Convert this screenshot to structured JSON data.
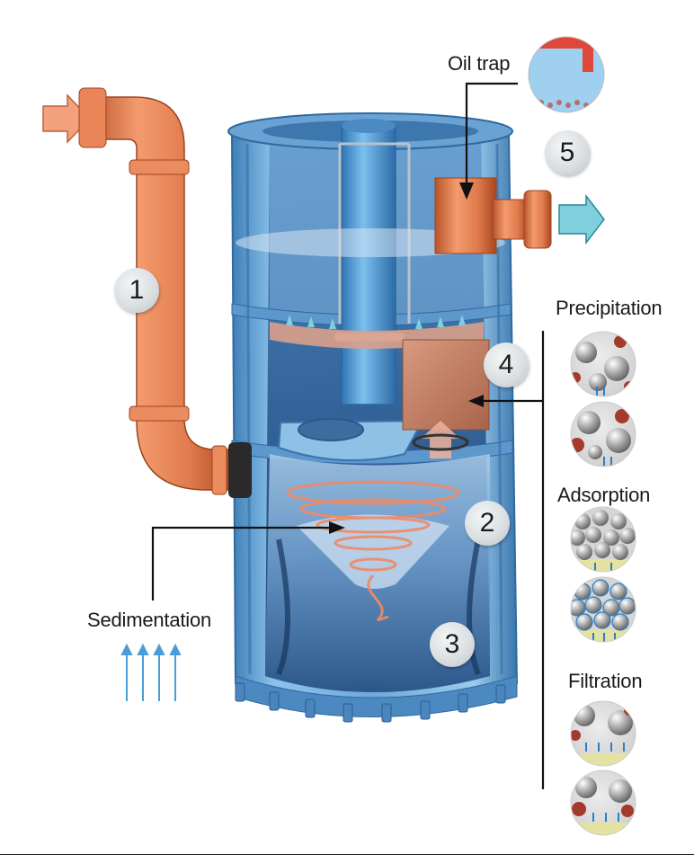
{
  "labels": {
    "oil_trap": "Oil trap",
    "precipitation": "Precipitation",
    "adsorption": "Adsorption",
    "filtration": "Filtration",
    "sedimentation": "Sedimentation"
  },
  "steps": [
    "1",
    "2",
    "3",
    "4",
    "5"
  ],
  "colors": {
    "pipe": "#e07a4c",
    "tank": "#6fa9d8",
    "inflow_arrow": "#f2a07e",
    "outflow_arrow": "#7fd0dc",
    "badge": "#d8dde0",
    "filter_media": "#c8826a"
  }
}
